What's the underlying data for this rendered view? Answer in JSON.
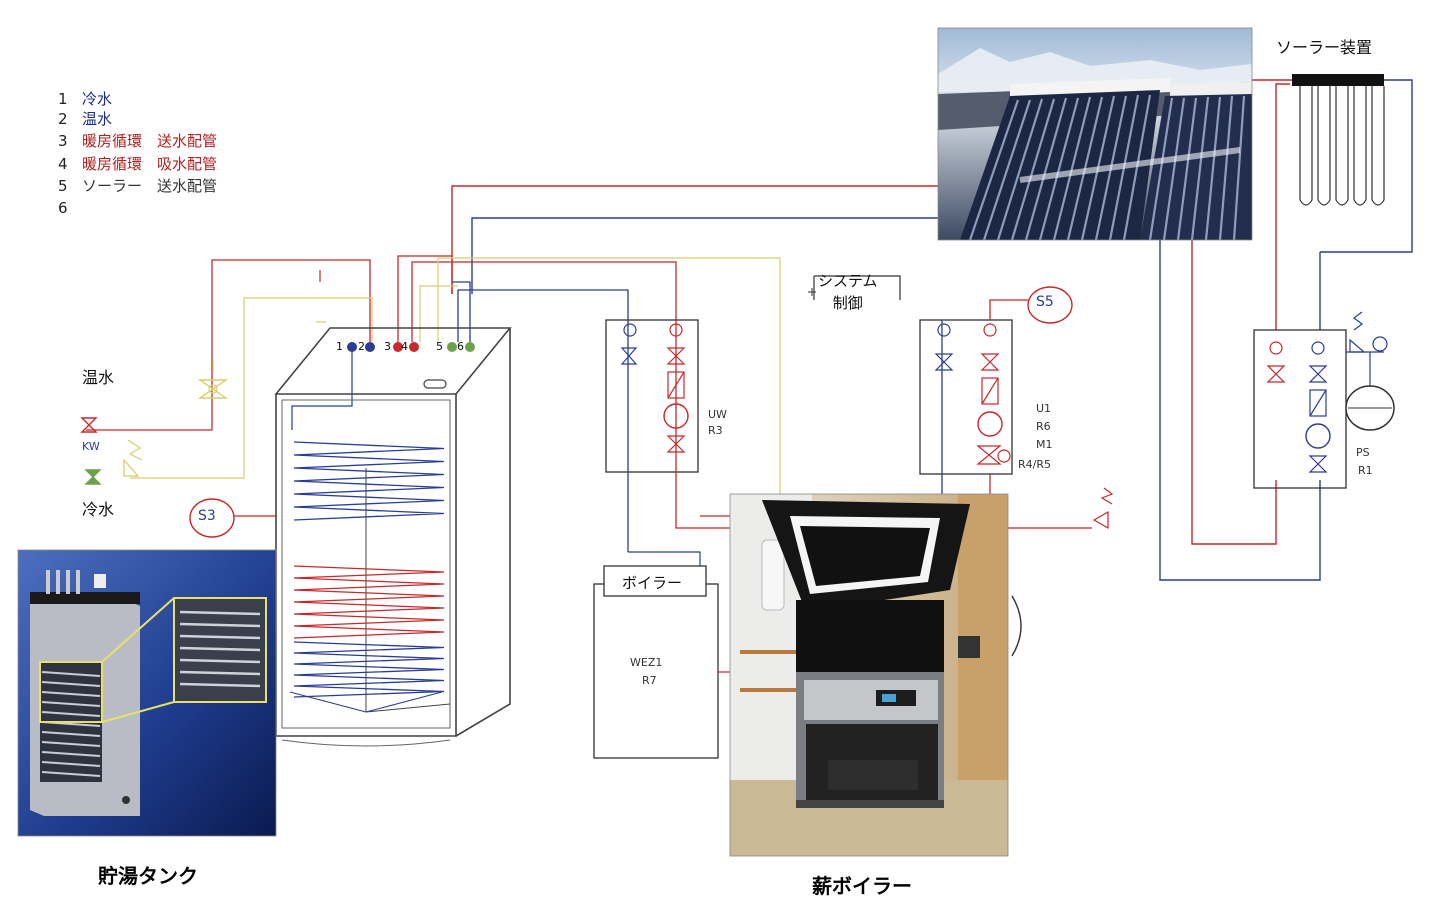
{
  "legend": {
    "items": [
      {
        "num": "1",
        "text": "冷水",
        "color": "#1e2e8a"
      },
      {
        "num": "2",
        "text": "温水",
        "color": "#1e2e8a"
      },
      {
        "num": "3",
        "text": "暖房循環　送水配管",
        "color": "#b3201e"
      },
      {
        "num": "4",
        "text": "暖房循環　吸水配管",
        "color": "#b3201e"
      },
      {
        "num": "5",
        "text": "ソーラー　送水配管",
        "color": "#333333"
      },
      {
        "num": "6",
        "text": "",
        "color": "#333333"
      }
    ]
  },
  "labels": {
    "hot_water": "温水",
    "cold_water": "冷水",
    "kw": "KW",
    "sensor_s3": "S3",
    "sensor_s5": "S5",
    "system_control": "システム\n制御",
    "boiler_box": "ボイラー",
    "wez": "WEZ1",
    "r7": "R7",
    "uw": "UW",
    "r3": "R3",
    "u1": "U1",
    "r6": "R6",
    "m1": "M1",
    "r4r5": "R4/R5",
    "ps": "PS",
    "r1": "R1",
    "solar_device": "ソーラー装置",
    "tank_ports": [
      "1",
      "2",
      "3",
      "4",
      "5",
      "6"
    ]
  },
  "captions": {
    "tank": "貯湯タンク",
    "wood_boiler": "薪ボイラー"
  },
  "colors": {
    "pipe_red": "#c8282b",
    "pipe_blue": "#2a3d96",
    "pipe_yellow": "#d8cf6a",
    "pipe_green": "#6ea04a"
  }
}
